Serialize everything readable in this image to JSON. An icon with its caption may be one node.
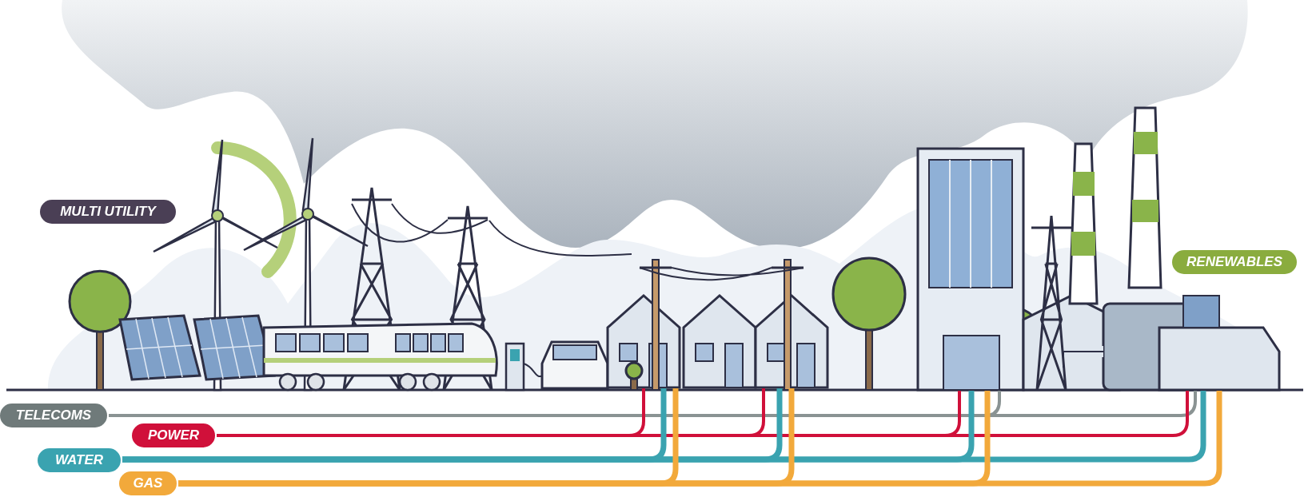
{
  "diagram": {
    "nodes": [
      {
        "text": [
          "MULTI UTILITY"
        ]
      },
      {
        "text": [
          "RENEWABLES"
        ]
      },
      {
        "text": [
          "TELECOMS"
        ]
      },
      {
        "text": [
          "POWER"
        ]
      },
      {
        "text": [
          "WATER"
        ]
      },
      {
        "text": [
          "GAS"
        ]
      },
      {
        "text": [],
        "shape": "picture"
      },
      {
        "text": [],
        "shape": "picture"
      },
      {
        "text": [],
        "shape": "picture"
      },
      {
        "text": [],
        "shape": "picture"
      }
    ],
    "edges": [
      {
        "from": 2,
        "to": 8,
        "arrow": "none",
        "color": "#8a9393"
      },
      {
        "from": 2,
        "to": 9,
        "arrow": "none",
        "color": "#8a9393"
      },
      {
        "from": 3,
        "to": 6,
        "arrow": "none",
        "color": "#d0103a"
      },
      {
        "from": 3,
        "to": 7,
        "arrow": "none",
        "color": "#d0103a"
      },
      {
        "from": 3,
        "to": 8,
        "arrow": "none",
        "color": "#d0103a"
      },
      {
        "from": 3,
        "to": 9,
        "arrow": "none",
        "color": "#d0103a"
      },
      {
        "from": 4,
        "to": 6,
        "arrow": "none",
        "color": "#3aa3b0"
      },
      {
        "from": 4,
        "to": 7,
        "arrow": "none",
        "color": "#3aa3b0"
      },
      {
        "from": 4,
        "to": 8,
        "arrow": "none",
        "color": "#3aa3b0"
      },
      {
        "from": 4,
        "to": 9,
        "arrow": "none",
        "color": "#3aa3b0"
      },
      {
        "from": 5,
        "to": 6,
        "arrow": "none",
        "color": "#f2a93b"
      },
      {
        "from": 5,
        "to": 7,
        "arrow": "none",
        "color": "#f2a93b"
      },
      {
        "from": 5,
        "to": 8,
        "arrow": "none",
        "color": "#f2a93b"
      },
      {
        "from": 5,
        "to": 9,
        "arrow": "none",
        "color": "#f2a93b"
      }
    ]
  }
}
